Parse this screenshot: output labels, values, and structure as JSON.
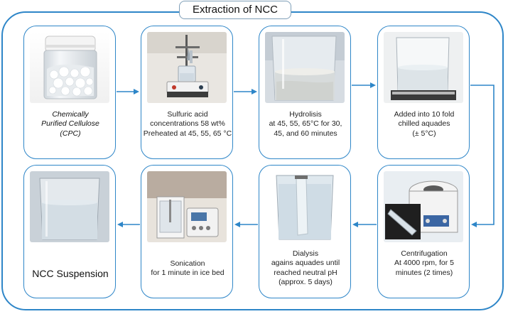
{
  "title": "Extraction of NCC",
  "steps": [
    {
      "lines": [
        "Chemically",
        "Purified Cellulose",
        "(CPC)"
      ]
    },
    {
      "lines": [
        "Sulfuric acid",
        "concentrations 58 wt%",
        "Preheated at 45, 55, 65 °C"
      ]
    },
    {
      "lines": [
        "Hydrolisis",
        "at 45, 55, 65°C for 30,",
        "45, and 60 minutes"
      ]
    },
    {
      "lines": [
        "Added into 10 fold",
        "chilled aquades",
        "(± 5°C)"
      ]
    },
    {
      "lines": [
        "Centrifugation",
        "At 4000 rpm, for 5",
        "minutes (2 times)"
      ]
    },
    {
      "lines": [
        "Dialysis",
        "agains aquades until",
        "reached neutral pH",
        "(approx. 5 days)"
      ]
    },
    {
      "lines": [
        "Sonication",
        "for 1 minute in ice bed"
      ]
    },
    {
      "lines": [
        "NCC Suspension"
      ]
    }
  ],
  "colors": {
    "accent": "#2e86c8",
    "border_title": "#7f9fb8"
  }
}
